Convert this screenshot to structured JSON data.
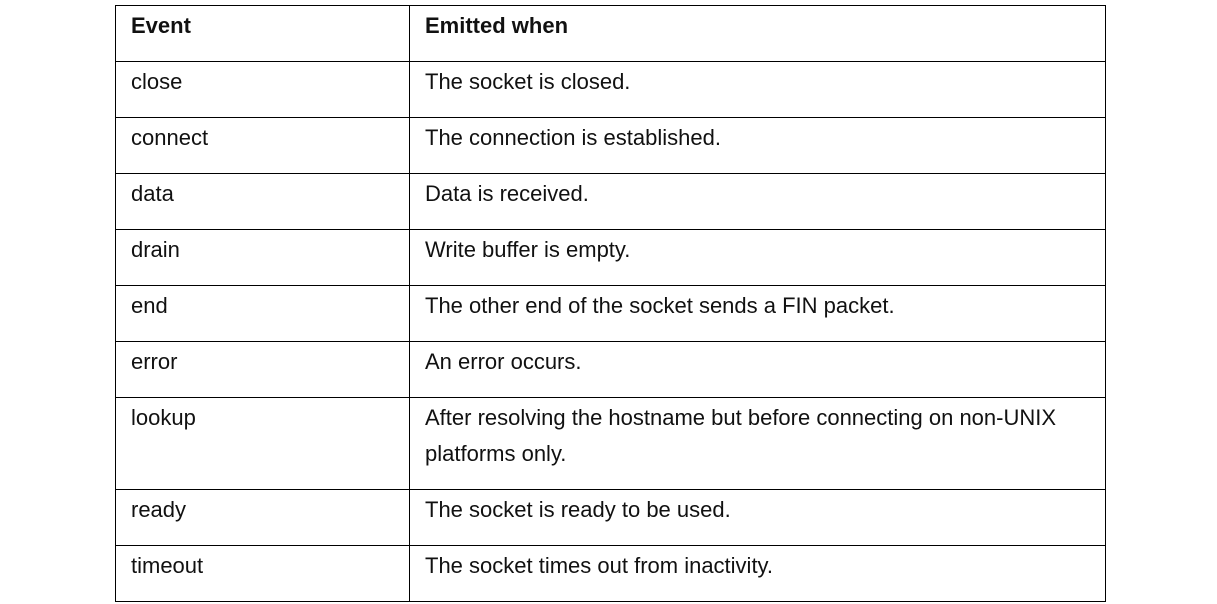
{
  "table": {
    "headers": [
      "Event",
      "Emitted when"
    ],
    "rows": [
      {
        "event": "close",
        "emitted_when": "The socket is closed."
      },
      {
        "event": "connect",
        "emitted_when": "The connection is established."
      },
      {
        "event": "data",
        "emitted_when": "Data is received."
      },
      {
        "event": "drain",
        "emitted_when": "Write buffer is empty."
      },
      {
        "event": "end",
        "emitted_when": "The other end of the socket sends a FIN packet."
      },
      {
        "event": "error",
        "emitted_when": "An error occurs."
      },
      {
        "event": "lookup",
        "emitted_when": "After resolving the hostname but before connecting on non-UNIX platforms only."
      },
      {
        "event": "ready",
        "emitted_when": "The socket is ready to be used."
      },
      {
        "event": "timeout",
        "emitted_when": "The socket times out from inactivity."
      }
    ]
  }
}
